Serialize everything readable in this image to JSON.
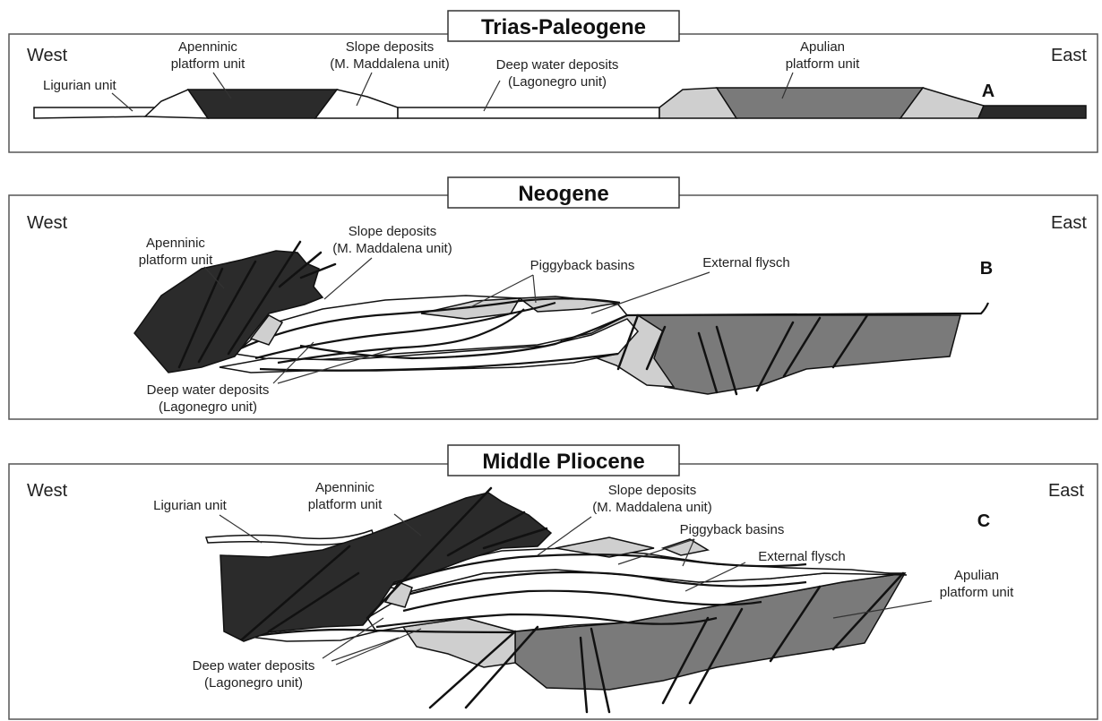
{
  "panels": {
    "a": {
      "title": "Trias-Paleogene",
      "letter": "A",
      "west": "West",
      "east": "East",
      "labels": {
        "ligurian": "Ligurian unit",
        "apenninic_1": "Apenninic",
        "apenninic_2": "platform unit",
        "slope_1": "Slope deposits",
        "slope_2": "(M. Maddalena unit)",
        "deep_1": "Deep water deposits",
        "deep_2": "(Lagonegro unit)",
        "apulian_1": "Apulian",
        "apulian_2": "platform unit"
      }
    },
    "b": {
      "title": "Neogene",
      "letter": "B",
      "west": "West",
      "east": "East",
      "labels": {
        "apenninic_1": "Apenninic",
        "apenninic_2": "platform unit",
        "slope_1": "Slope deposits",
        "slope_2": "(M. Maddalena unit)",
        "piggyback": "Piggyback basins",
        "flysch": "External flysch",
        "deep_1": "Deep water deposits",
        "deep_2": "(Lagonegro unit)"
      }
    },
    "c": {
      "title": "Middle Pliocene",
      "letter": "C",
      "west": "West",
      "east": "East",
      "labels": {
        "ligurian": "Ligurian unit",
        "apenninic_1": "Apenninic",
        "apenninic_2": "platform unit",
        "slope_1": "Slope deposits",
        "slope_2": "(M. Maddalena unit)",
        "piggyback": "Piggyback basins",
        "flysch": "External flysch",
        "apulian_1": "Apulian",
        "apulian_2": "platform unit",
        "deep_1": "Deep water deposits",
        "deep_2": "(Lagonegro unit)"
      }
    }
  },
  "colors": {
    "dark_unit": "#2b2b2b",
    "mid_unit": "#7a7a7a",
    "light_unit": "#cfcfcf",
    "white_unit": "#ffffff"
  }
}
